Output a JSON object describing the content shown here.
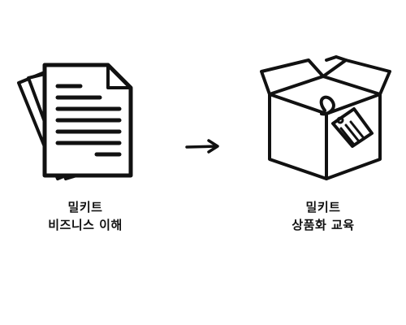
{
  "colors": {
    "background": "#ffffff",
    "stroke": "#111111"
  },
  "left_item": {
    "icon": "documents-icon",
    "caption_line1": "밀키트",
    "caption_line2": "비즈니스 이해"
  },
  "connector": {
    "icon": "arrow-right-icon"
  },
  "right_item": {
    "icon": "box-with-tag-icon",
    "caption_line1": "밀키트",
    "caption_line2": "상품화 교육"
  }
}
